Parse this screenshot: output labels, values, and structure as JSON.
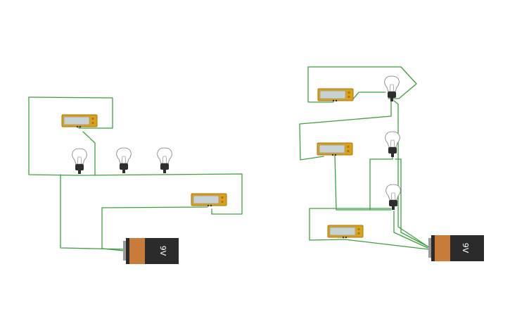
{
  "colors": {
    "wire": "#3aa13d",
    "meter_body": "#d9a21b",
    "meter_border": "#a8770d",
    "meter_screen": "#c9d2d3",
    "battery_black": "#2b2b2b",
    "battery_copper": "#c97c3a",
    "bulb_base": "#2e2e2e",
    "bulb_glass": "#ffffff",
    "bulb_outline": "#7a7a7a"
  },
  "circuits": [
    {
      "name": "circuit-left",
      "battery_label": "9V",
      "bulb_count": 3,
      "multimeter_count": 2
    },
    {
      "name": "circuit-right",
      "battery_label": "9V",
      "bulb_count": 3,
      "multimeter_count": 3
    }
  ]
}
